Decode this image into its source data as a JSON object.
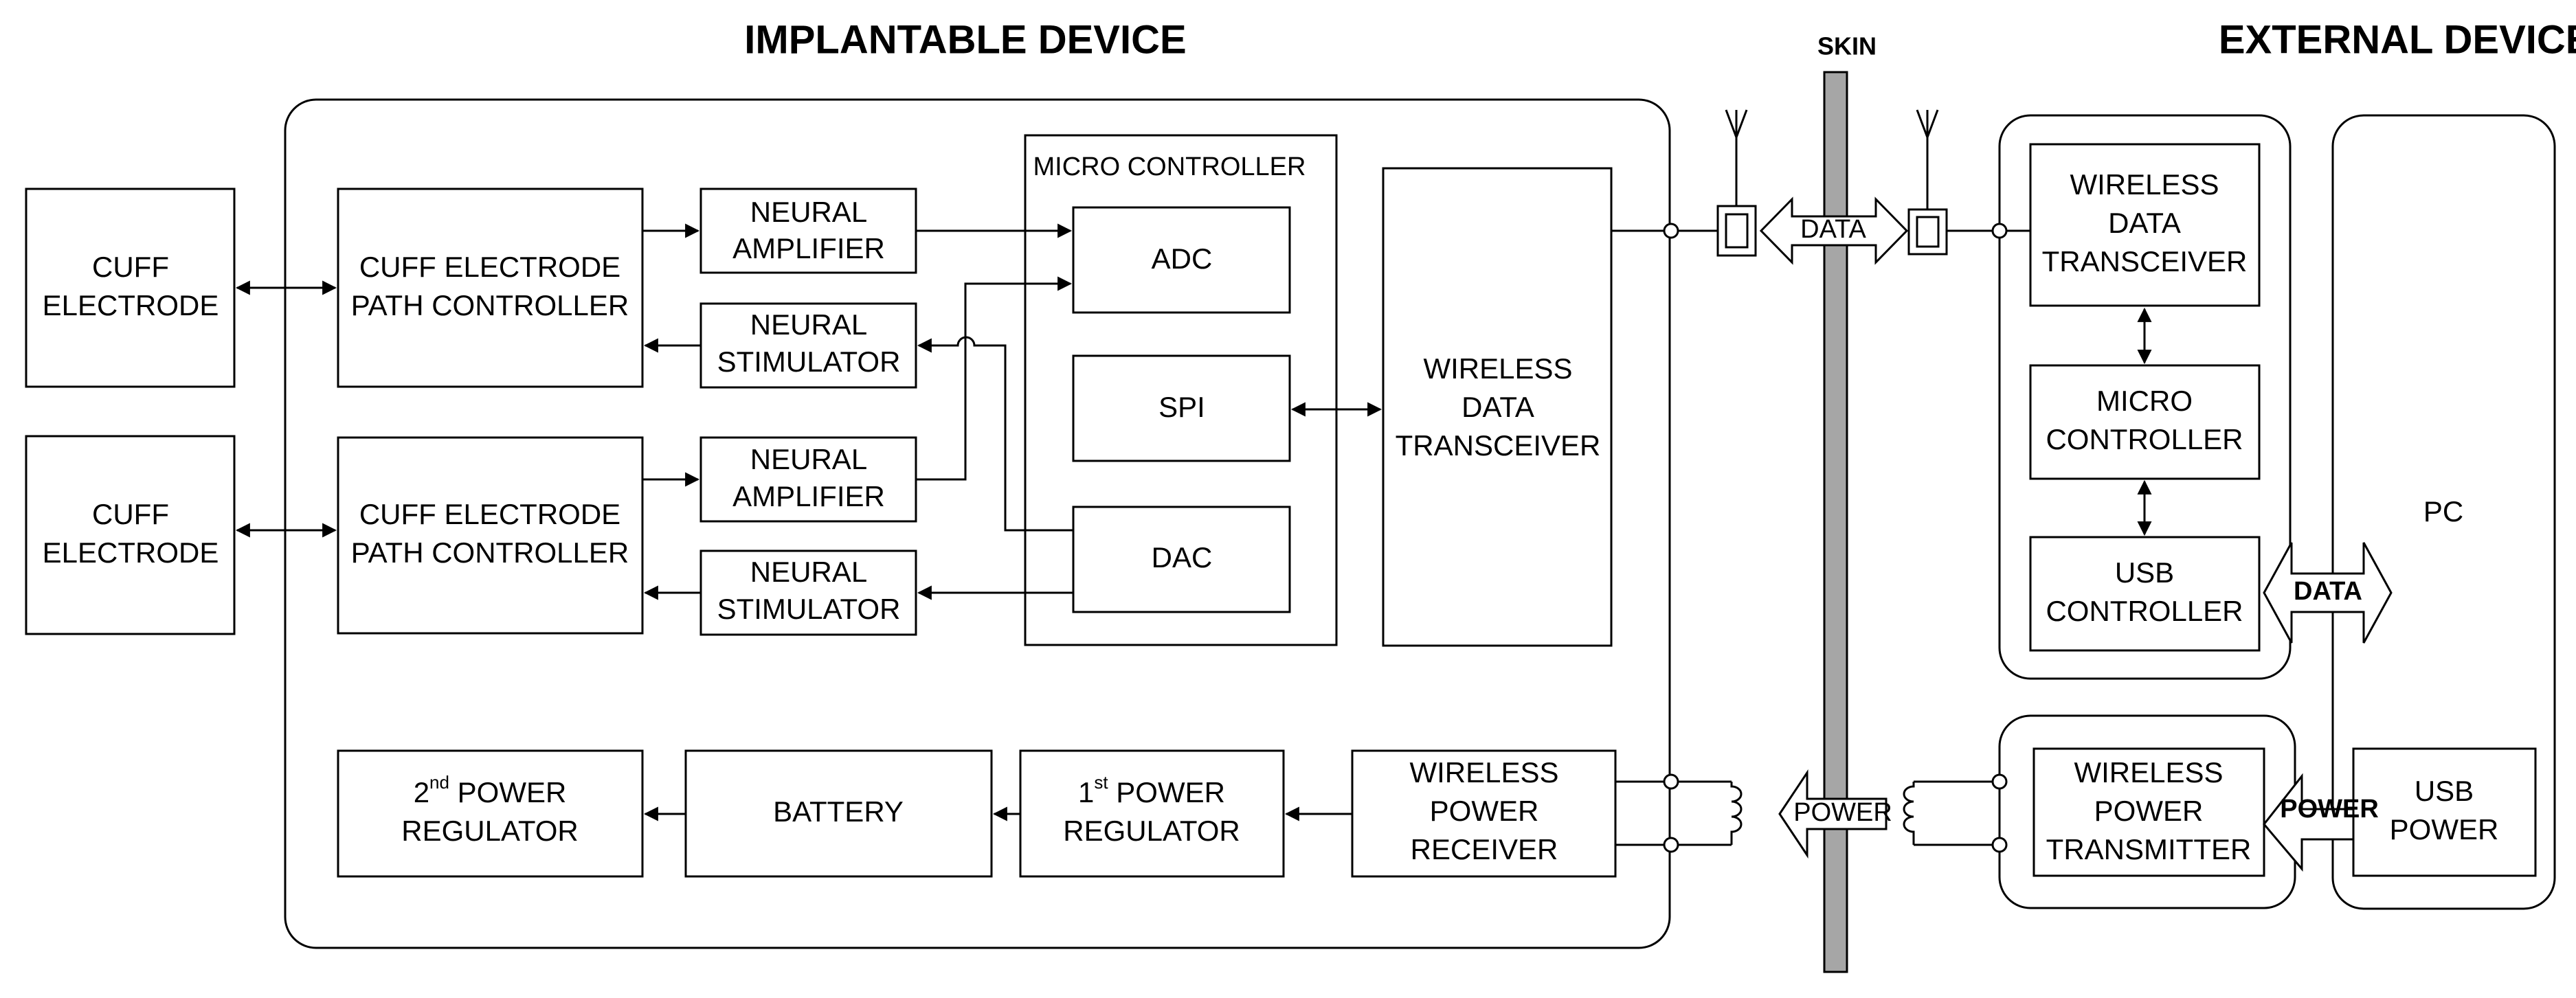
{
  "headers": {
    "implantable": "IMPLANTABLE  DEVICE",
    "external": "EXTERNAL  DEVICES",
    "skin": "SKIN"
  },
  "blocks": {
    "cuff_electrode_1": [
      "CUFF",
      "ELECTRODE"
    ],
    "cuff_electrode_2": [
      "CUFF",
      "ELECTRODE"
    ],
    "path_controller_1": [
      "CUFF ELECTRODE",
      "PATH CONTROLLER"
    ],
    "path_controller_2": [
      "CUFF ELECTRODE",
      "PATH CONTROLLER"
    ],
    "neural_amplifier_1": [
      "NEURAL",
      "AMPLIFIER"
    ],
    "neural_stimulator_1": [
      "NEURAL",
      "STIMULATOR"
    ],
    "neural_amplifier_2": [
      "NEURAL",
      "AMPLIFIER"
    ],
    "neural_stimulator_2": [
      "NEURAL",
      "STIMULATOR"
    ],
    "micro_controller_label": "MICRO CONTROLLER",
    "adc": "ADC",
    "spi": "SPI",
    "dac": "DAC",
    "wireless_data_transceiver_int": [
      "WIRELESS",
      "DATA",
      "TRANSCEIVER"
    ],
    "second_power_regulator": {
      "num": "2",
      "sup": "nd",
      "rest": " POWER",
      "line2": "REGULATOR"
    },
    "battery": "BATTERY",
    "first_power_regulator": {
      "num": "1",
      "sup": "st",
      "rest": " POWER",
      "line2": "REGULATOR"
    },
    "wireless_power_receiver": [
      "WIRELESS",
      "POWER",
      "RECEIVER"
    ],
    "wireless_data_transceiver_ext": [
      "WIRELESS",
      "DATA",
      "TRANSCEIVER"
    ],
    "micro_controller_ext": [
      "MICRO",
      "CONTROLLER"
    ],
    "usb_controller": [
      "USB",
      "CONTROLLER"
    ],
    "wireless_power_transmitter": [
      "WIRELESS",
      "POWER",
      "TRANSMITTER"
    ],
    "pc": "PC",
    "usb_power": [
      "USB",
      "POWER"
    ]
  },
  "links": {
    "data_skin": "DATA",
    "power_skin": "POWER",
    "data_usb": "DATA",
    "power_usb": "POWER"
  }
}
